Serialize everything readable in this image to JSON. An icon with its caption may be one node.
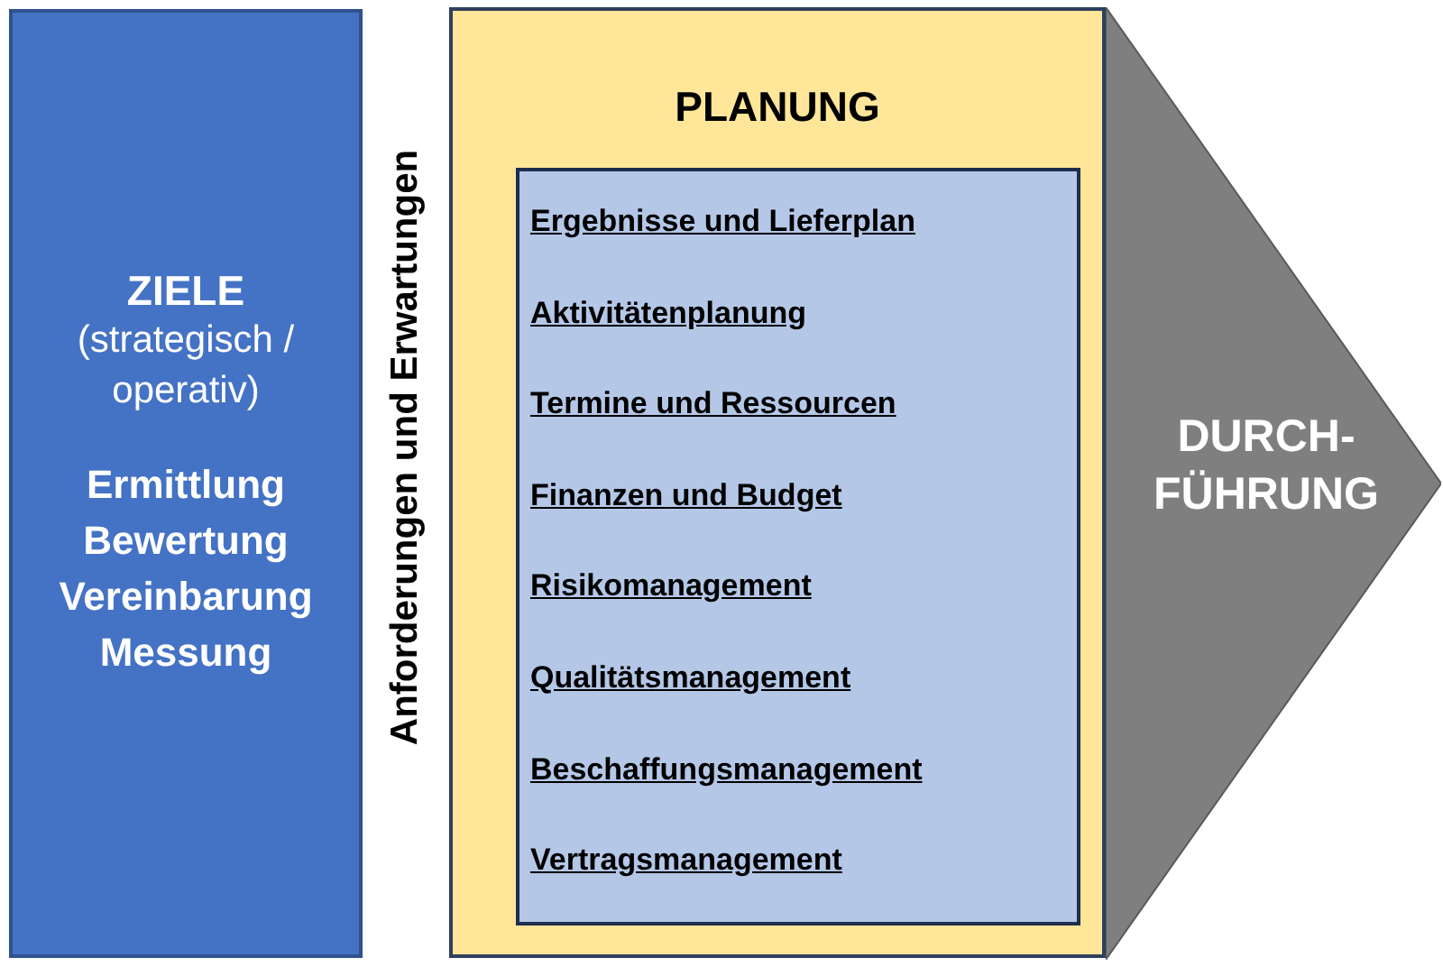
{
  "diagram": {
    "nodes": [
      {
        "text": [
          "ZIELE",
          "(strategisch / operativ)",
          "Ermittlung",
          "Bewertung",
          "Vereinbarung",
          "Messung"
        ]
      },
      {
        "text": [
          "PLANUNG"
        ]
      },
      {
        "text": [
          "Ergebnisse und Lieferplan",
          "Aktivitätenplanung",
          "Termine und Ressourcen",
          "Finanzen und Budget",
          "Risikomanagement",
          "Qualitätsmanagement",
          "Beschaffungsmanagement",
          "Vertragsmanagement"
        ],
        "in": 1
      },
      {
        "text": [
          "DURCH- FÜHRUNG"
        ]
      }
    ],
    "labels": [
      "Anforderungen und Erwartungen"
    ]
  }
}
